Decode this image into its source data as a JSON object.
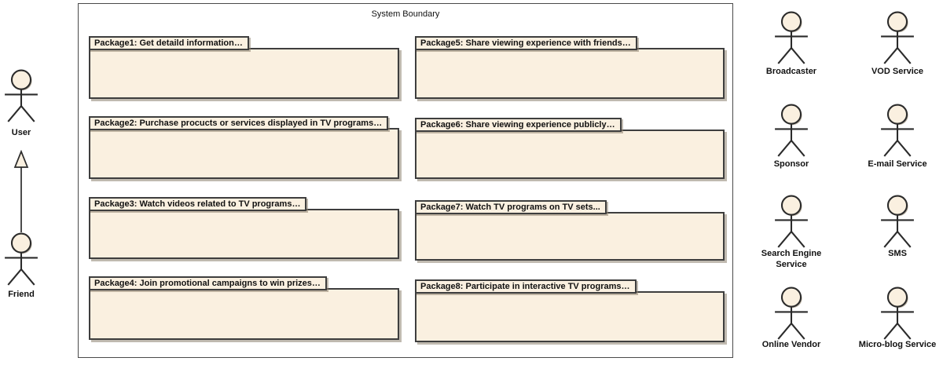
{
  "diagram": {
    "type": "uml-use-case-package-diagram",
    "system_boundary": {
      "label": "System Boundary"
    },
    "packages": [
      {
        "id": "package1",
        "label": "Package1: Get detaild information…"
      },
      {
        "id": "package2",
        "label": "Package2: Purchase procucts or services displayed in TV programs…"
      },
      {
        "id": "package3",
        "label": "Package3: Watch videos related to TV programs…"
      },
      {
        "id": "package4",
        "label": "Package4: Join promotional campaigns to win prizes…"
      },
      {
        "id": "package5",
        "label": "Package5: Share viewing experience with friends…"
      },
      {
        "id": "package6",
        "label": "Package6: Share viewing experience publicly…"
      },
      {
        "id": "package7",
        "label": "Package7: Watch TV programs on TV sets..."
      },
      {
        "id": "package8",
        "label": "Package8: Participate in interactive TV programs…"
      }
    ],
    "left_actors": [
      {
        "name": "User"
      },
      {
        "name": "Friend"
      }
    ],
    "relationship": {
      "type": "generalization",
      "from": "Friend",
      "to": "User"
    },
    "right_actors": [
      {
        "name": "Broadcaster"
      },
      {
        "name": "VOD Service"
      },
      {
        "name": "Sponsor"
      },
      {
        "name": "E-mail Service"
      },
      {
        "name": "Search Engine Service"
      },
      {
        "name": "SMS"
      },
      {
        "name": "Online Vendor"
      },
      {
        "name": "Micro-blog Service"
      }
    ],
    "colors": {
      "shape_fill": "#FAF0E0",
      "shape_border": "#3E3E3E",
      "boundary_border": "#4A4A4A",
      "background": "#FFFFFF"
    }
  }
}
